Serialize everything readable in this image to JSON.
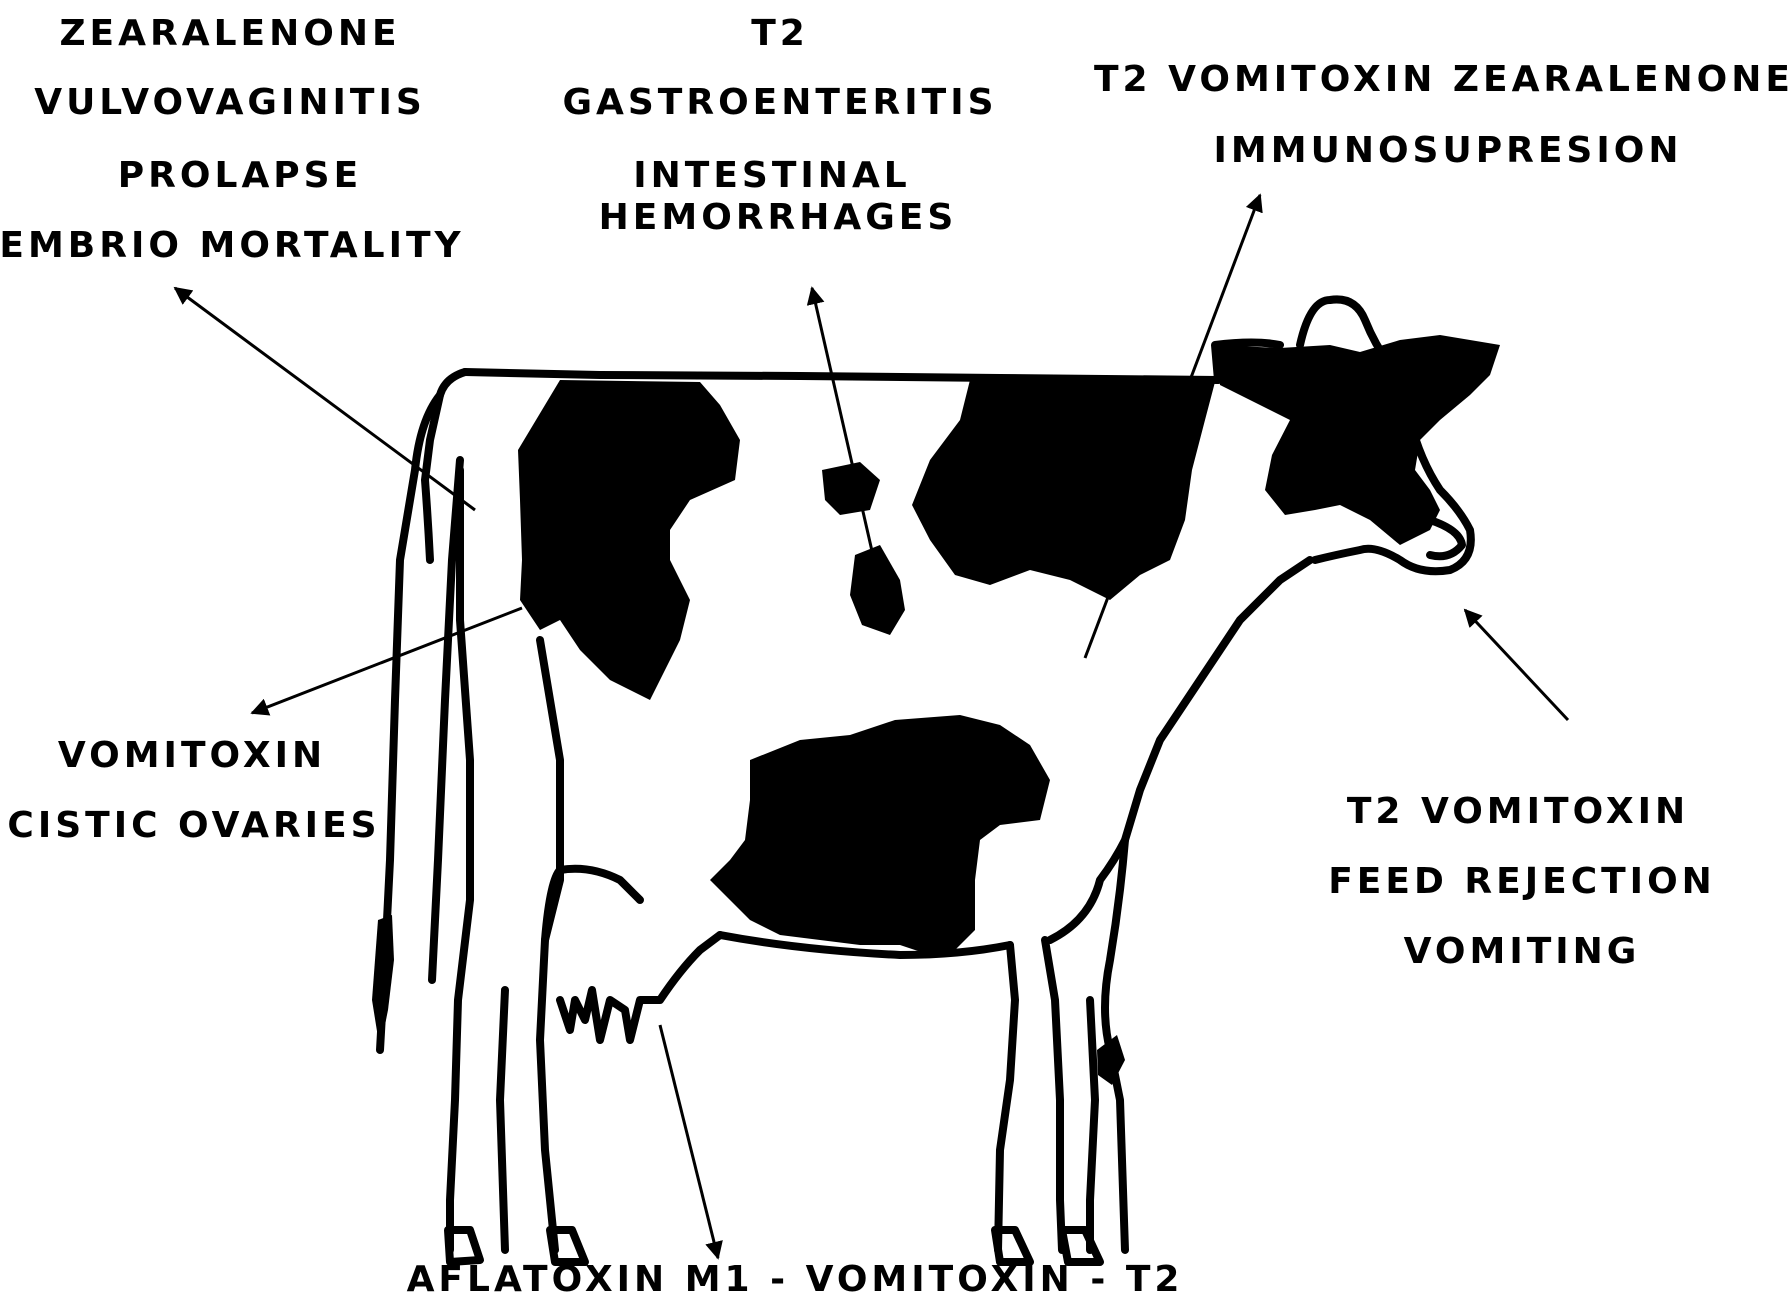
{
  "colors": {
    "ink": "#000000",
    "background": "#ffffff"
  },
  "callouts": {
    "reproductive": {
      "toxin": "ZEARALENONE",
      "effects": [
        "VULVOVAGINITIS",
        "PROLAPSE",
        "EMBRIO  MORTALITY"
      ]
    },
    "intestinal": {
      "toxin": "T2",
      "effects": [
        "GASTROENTERITIS",
        "INTESTINAL",
        "HEMORRHAGES"
      ]
    },
    "immune": {
      "toxins": "T2   VOMITOXIN   ZEARALENONE",
      "effects": [
        "IMMUNOSUPRESION"
      ]
    },
    "ovaries": {
      "toxin": "VOMITOXIN",
      "effects": [
        "CISTIC  OVARIES"
      ]
    },
    "feeding": {
      "toxins": "T2    VOMITOXIN",
      "effects": [
        "FEED REJECTION",
        "VOMITING"
      ]
    },
    "milk": {
      "toxins": "AFLATOXIN M1  -  VOMITOXIN  -  T2"
    }
  }
}
